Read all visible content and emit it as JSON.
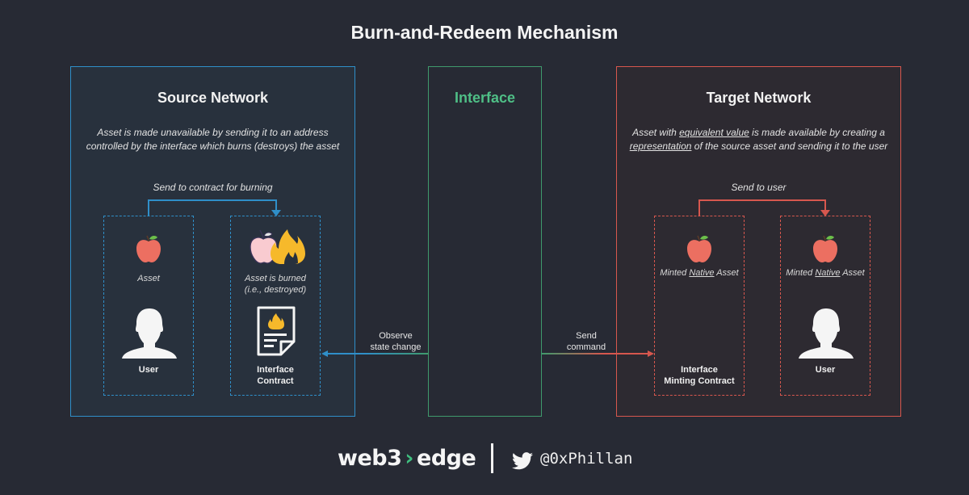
{
  "title": "Burn-and-Redeem Mechanism",
  "colors": {
    "background": "#272a34",
    "source_accent": "#2f8fc9",
    "interface_accent": "#3f9a6c",
    "interface_title": "#4fbf86",
    "target_accent": "#d7574e",
    "flame": "#f6b92b",
    "apple": "#ec6f61"
  },
  "source": {
    "title": "Source Network",
    "description_line1": "Asset is made unavailable by sending it to an address",
    "description_line2": "controlled by the interface which burns (destroys) the asset",
    "flow_label": "Send to contract for burning",
    "user_box": {
      "asset_icon": "apple-icon",
      "asset_label": "Asset",
      "role_icon": "user-icon",
      "role_label": "User"
    },
    "contract_box": {
      "asset_icon": "burning-apple-icon",
      "asset_label_line1": "Asset is burned",
      "asset_label_line2": "(i.e., destroyed)",
      "role_icon": "contract-fire-icon",
      "role_label_line1": "Interface",
      "role_label_line2": "Contract"
    }
  },
  "interface": {
    "title": "Interface",
    "observe_label_line1": "Observe",
    "observe_label_line2": "state change",
    "send_label_line1": "Send",
    "send_label_line2": "command"
  },
  "target": {
    "title": "Target Network",
    "description_line1_pre": "Asset with ",
    "description_line1_u": "equivalent value",
    "description_line1_post": " is made available by creating a",
    "description_line2_u": "representation",
    "description_line2_post": " of the source asset and sending it to the user",
    "flow_label": "Send to user",
    "minting_box": {
      "asset_icon": "apple-icon",
      "asset_label_pre": "Minted ",
      "asset_label_u": "Native",
      "asset_label_post": " Asset",
      "role_label_line1": "Interface",
      "role_label_line2": "Minting Contract"
    },
    "user_box": {
      "asset_icon": "apple-icon",
      "asset_label_pre": "Minted ",
      "asset_label_u": "Native",
      "asset_label_post": " Asset",
      "role_icon": "user-icon",
      "role_label": "User"
    }
  },
  "footer": {
    "logo_left": "web3",
    "logo_chevron": "›",
    "logo_right": "edge",
    "social_icon": "twitter-icon",
    "handle": "@0xPhillan"
  }
}
